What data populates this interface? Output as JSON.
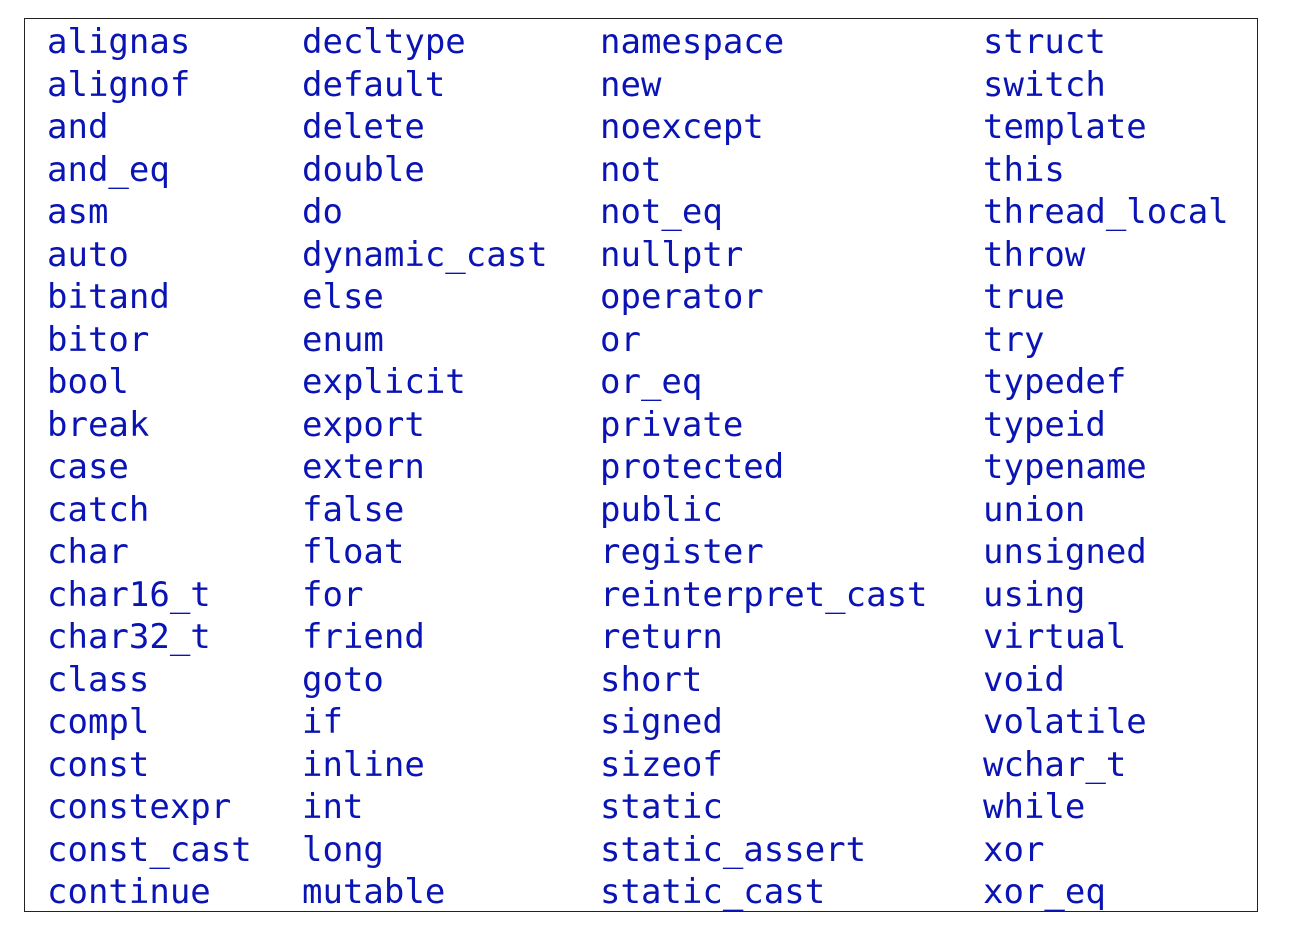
{
  "colors": {
    "keyword_text": "#0a14b4",
    "border": "#222222",
    "background": "#ffffff"
  },
  "keyword_columns": [
    [
      "alignas",
      "alignof",
      "and",
      "and_eq",
      "asm",
      "auto",
      "bitand",
      "bitor",
      "bool",
      "break",
      "case",
      "catch",
      "char",
      "char16_t",
      "char32_t",
      "class",
      "compl",
      "const",
      "constexpr",
      "const_cast",
      "continue"
    ],
    [
      "decltype",
      "default",
      "delete",
      "double",
      "do",
      "dynamic_cast",
      "else",
      "enum",
      "explicit",
      "export",
      "extern",
      "false",
      "float",
      "for",
      "friend",
      "goto",
      "if",
      "inline",
      "int",
      "long",
      "mutable"
    ],
    [
      "namespace",
      "new",
      "noexcept",
      "not",
      "not_eq",
      "nullptr",
      "operator",
      "or",
      "or_eq",
      "private",
      "protected",
      "public",
      "register",
      "reinterpret_cast",
      "return",
      "short",
      "signed",
      "sizeof",
      "static",
      "static_assert",
      "static_cast"
    ],
    [
      "struct",
      "switch",
      "template",
      "this",
      "thread_local",
      "throw",
      "true",
      "try",
      "typedef",
      "typeid",
      "typename",
      "union",
      "unsigned",
      "using",
      "virtual",
      "void",
      "volatile",
      "wchar_t",
      "while",
      "xor",
      "xor_eq"
    ]
  ]
}
